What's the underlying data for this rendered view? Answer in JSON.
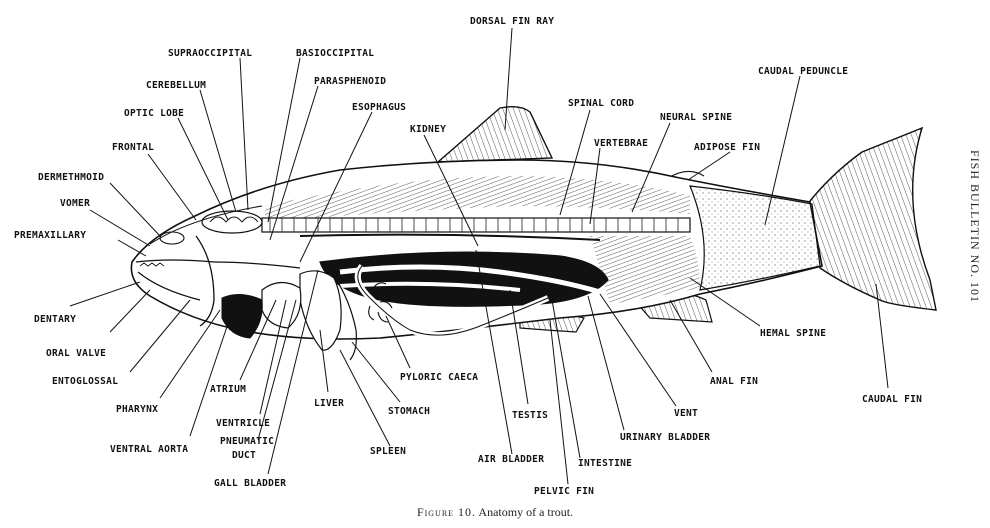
{
  "labels": {
    "dorsal_fin_ray": "DORSAL FIN RAY",
    "supraoccipital": "SUPRAOCCIPITAL",
    "basioccipital": "BASIOCCIPITAL",
    "parasphenoid": "PARASPHENOID",
    "cerebellum": "CEREBELLUM",
    "esophagus": "ESOPHAGUS",
    "optic_lobe": "OPTIC LOBE",
    "kidney": "KIDNEY",
    "spinal_cord": "SPINAL CORD",
    "neural_spine": "NEURAL SPINE",
    "vertebrae": "VERTEBRAE",
    "adipose_fin": "ADIPOSE FIN",
    "caudal_peduncle": "CAUDAL PEDUNCLE",
    "frontal": "FRONTAL",
    "dermethmoid": "DERMETHMOID",
    "vomer": "VOMER",
    "premaxillary": "PREMAXILLARY",
    "dentary": "DENTARY",
    "oral_valve": "ORAL VALVE",
    "entoglossal": "ENTOGLOSSAL",
    "pharynx": "PHARYNX",
    "ventral_aorta": "VENTRAL AORTA",
    "atrium": "ATRIUM",
    "ventricle": "VENTRICLE",
    "pneumatic_duct_1": "PNEUMATIC",
    "pneumatic_duct_2": "DUCT",
    "gall_bladder": "GALL BLADDER",
    "liver": "LIVER",
    "pyloric_caeca": "PYLORIC CAECA",
    "stomach": "STOMACH",
    "spleen": "SPLEEN",
    "testis": "TESTIS",
    "air_bladder": "AIR BLADDER",
    "intestine": "INTESTINE",
    "pelvic_fin": "PELVIC FIN",
    "urinary_bladder": "URINARY BLADDER",
    "vent": "VENT",
    "anal_fin": "ANAL FIN",
    "hemal_spine": "HEMAL SPINE",
    "caudal_fin": "CAUDAL FIN"
  },
  "side_text": "FISH BULLETIN NO. 101",
  "caption": {
    "figure": "Figure 10.",
    "text": "Anatomy of a trout."
  }
}
